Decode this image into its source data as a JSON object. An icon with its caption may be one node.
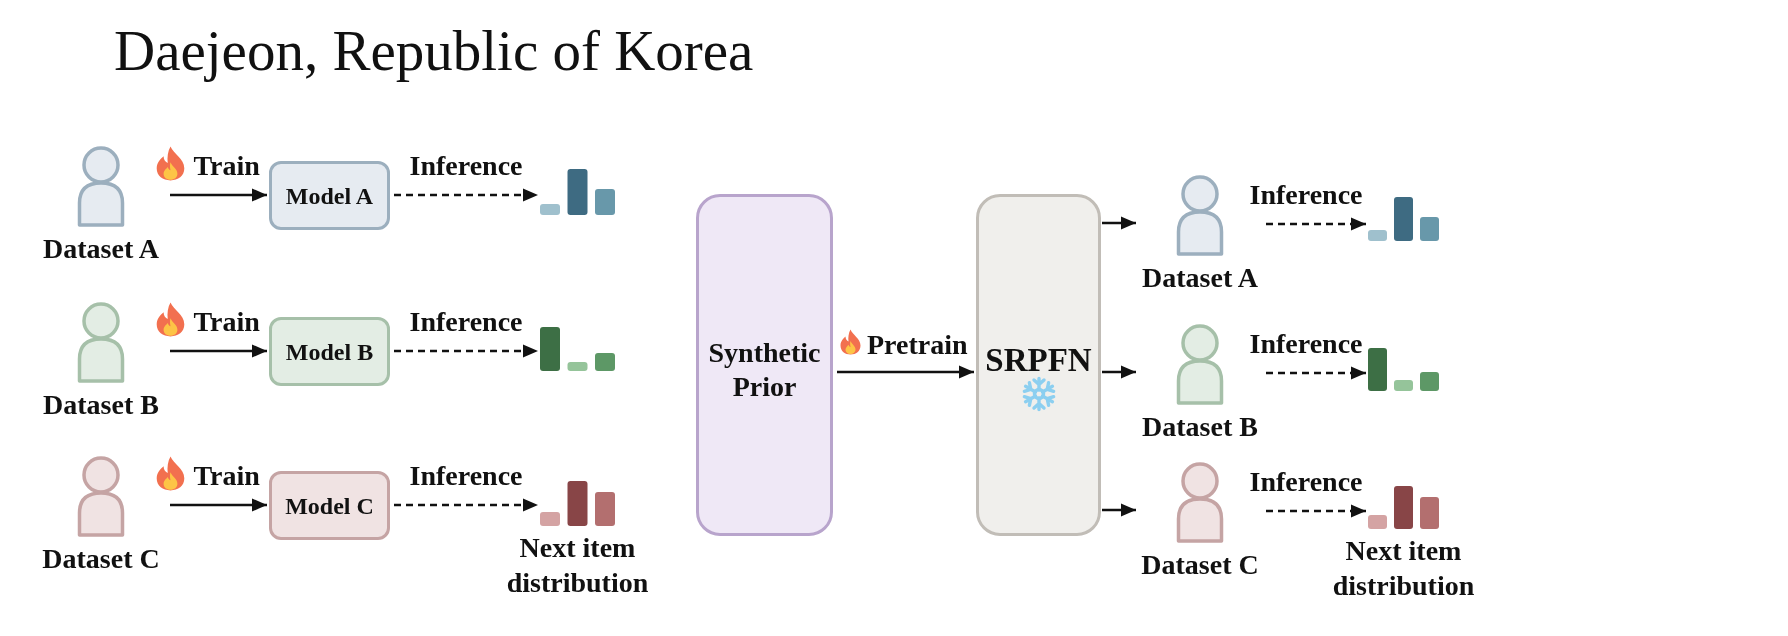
{
  "diagram": {
    "nodes": [
      {
        "text": [
          "Dataset A"
        ]
      },
      {
        "text": [
          "Model A"
        ]
      },
      {
        "text": [],
        "shape": "picture"
      },
      {
        "text": [
          "Dataset B"
        ]
      },
      {
        "text": [
          "Model B"
        ]
      },
      {
        "text": [],
        "shape": "picture"
      },
      {
        "text": [
          "Dataset C"
        ]
      },
      {
        "text": [
          "Model C"
        ]
      },
      {
        "text": [],
        "shape": "picture",
        "beside": [
          "Next item distribution"
        ]
      },
      {
        "text": [
          "Synthetic Prior"
        ]
      },
      {
        "text": [
          "SRPFN"
        ]
      },
      {
        "text": [
          "Dataset A"
        ]
      },
      {
        "text": [],
        "shape": "picture"
      },
      {
        "text": [
          "Dataset B"
        ]
      },
      {
        "text": [],
        "shape": "picture"
      },
      {
        "text": [
          "Dataset C"
        ]
      },
      {
        "text": [],
        "shape": "picture",
        "beside": [
          "Next item distribution"
        ]
      }
    ],
    "edges": [
      {
        "from": 0,
        "to": 1,
        "arrow": "to",
        "label": "Train"
      },
      {
        "from": 1,
        "to": 2,
        "arrow": "to",
        "label": "Inference",
        "style": "dashed"
      },
      {
        "from": 3,
        "to": 4,
        "arrow": "to",
        "label": "Train"
      },
      {
        "from": 4,
        "to": 5,
        "arrow": "to",
        "label": "Inference",
        "style": "dashed"
      },
      {
        "from": 6,
        "to": 7,
        "arrow": "to",
        "label": "Train"
      },
      {
        "from": 7,
        "to": 8,
        "arrow": "to",
        "label": "Inference",
        "style": "dashed"
      },
      {
        "from": 9,
        "to": 10,
        "arrow": "to",
        "label": "Pretrain"
      },
      {
        "from": 10,
        "to": 11,
        "arrow": "to"
      },
      {
        "from": 10,
        "to": 13,
        "arrow": "to"
      },
      {
        "from": 10,
        "to": 15,
        "arrow": "to"
      },
      {
        "from": 11,
        "to": 12,
        "arrow": "to",
        "label": "Inference",
        "style": "dashed"
      },
      {
        "from": 13,
        "to": 14,
        "arrow": "to",
        "label": "Inference",
        "style": "dashed"
      },
      {
        "from": 15,
        "to": 16,
        "arrow": "to",
        "label": "Inference",
        "style": "dashed"
      }
    ],
    "labels": [
      "Daejeon, Republic of Korea"
    ]
  }
}
